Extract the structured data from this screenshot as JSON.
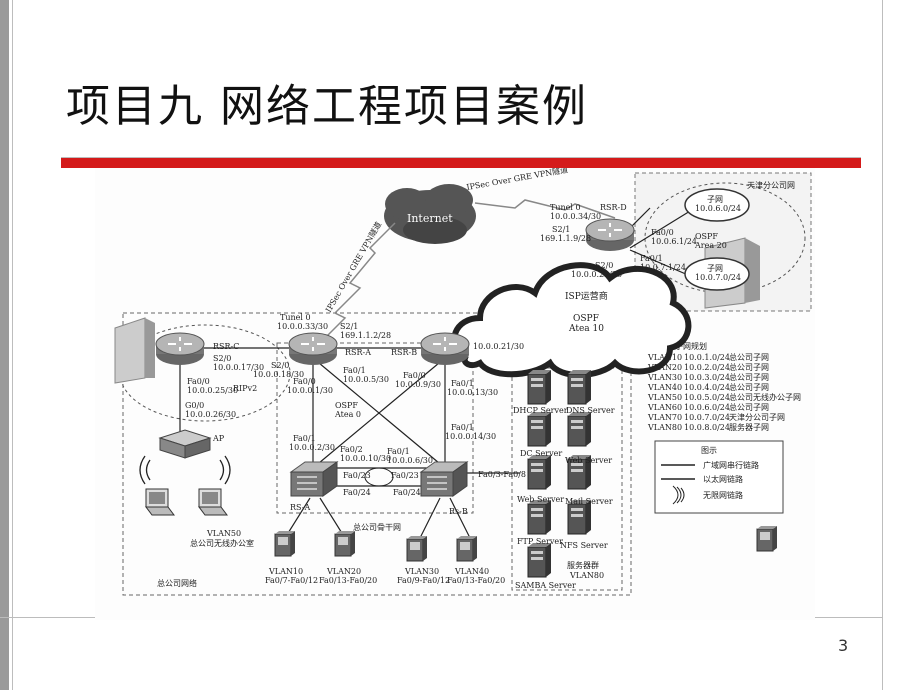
{
  "slide": {
    "title": "项目九  网络工程项目案例",
    "page_number": "3"
  },
  "diagram": {
    "tunnel_labels": [
      "IPSec Over GRE VPN隧道",
      "IPSec Over GRE VPN隧道"
    ],
    "internet": "Internet",
    "isp_label": "ISP运营商",
    "isp_ospf": "OSPF",
    "isp_area": "Atea 10",
    "rsrd": {
      "name": "RSR-D",
      "tunel": "Tunel 0",
      "tunel_ip": "10.0.0.34/30",
      "s21": "S2/1",
      "s21_ip": "169.1.1.9/28",
      "fa00": "Fa0/0",
      "fa00_ip": "10.0.6.1/24",
      "fa01": "Fa0/1",
      "fa01_ip": "10.0.7.1/24",
      "s20": "S2/0",
      "s20_ip": "10.0.0.22/30"
    },
    "tianjin": {
      "title": "天津分公司网",
      "subnet1": "子网",
      "subnet1_ip": "10.0.6.0/24",
      "subnet2": "子网",
      "subnet2_ip": "10.0.7.0/24",
      "ospf": "OSPF",
      "area": "Area 20"
    },
    "rsrc": {
      "name": "RSR-C",
      "s20": "S2/0",
      "s20_ip": "10.0.0.17/30",
      "fa00": "Fa0/0",
      "fa00_ip": "10.0.0.25/30",
      "ripv2": "RIPv2"
    },
    "ap": {
      "g00": "G0/0",
      "g00_ip": "10.0.0.26/30",
      "name": "AP"
    },
    "rsra": {
      "name": "RSR-A",
      "tunel": "Tunel 0",
      "tunel_ip": "10.0.0.33/30",
      "s21": "S2/1",
      "s21_ip": "169.1.1.2/28",
      "s20": "S2/0",
      "s20_ip": "10.0.0.18/30",
      "fa00": "Fa0/0",
      "fa00_ip": "10.0.0.1/30",
      "fa01": "Fa0/1",
      "fa01_ip": "10.0.0.5/30"
    },
    "rsrb": {
      "name": "RSR-B",
      "s20_ip": "10.0.0.21/30",
      "fa00": "Fa0/0",
      "fa00_ip": "10.0.0.9/30",
      "fa01": "Fa0/1",
      "fa01_ip": "10.0.0.13/30"
    },
    "core_ospf": {
      "ospf": "OSPF",
      "area": "Atea 0"
    },
    "rsa": {
      "name": "RS-A",
      "fa01": "Fa0/1",
      "fa01_ip": "10.0.0.2/30",
      "fa02": "Fa0/2",
      "fa02_ip": "10.0.0.10/30",
      "fa023": "Fa0/23",
      "fa024": "Fa0/24"
    },
    "rsb": {
      "name": "Rs-B",
      "fa01": "Fa0/1",
      "fa01_ip": "10.0.0.6/30",
      "fa01b": "Fa0/1",
      "fa01b_ip": "10.0.0.14/30",
      "fa023": "Fa0/23",
      "fa024": "Fa0/24",
      "fa038": "Fa0/3-Fa0/8"
    },
    "backbone": "总公司骨干网",
    "wireless": {
      "vlan": "VLAN50",
      "name": "总公司无线办公室"
    },
    "hq": "总公司网络",
    "vlans": [
      {
        "name": "VLAN10",
        "ports": "Fa0/7-Fa0/12"
      },
      {
        "name": "VLAN20",
        "ports": "Fa0/13-Fa0/20"
      },
      {
        "name": "VLAN30",
        "ports": "Fa0/9-Fa0/12"
      },
      {
        "name": "VLAN40",
        "ports": "Fa0/13-Fa0/20"
      }
    ],
    "servers": [
      "DHCP Server",
      "DNS Server",
      "DC Server",
      "Web Server",
      "Web Server",
      "Mail Server",
      "FTP Server",
      "NFS Server",
      "SAMBA Server"
    ],
    "server_group": {
      "name": "服务器群",
      "vlan": "VLAN80"
    },
    "subnet_plan": {
      "title": "子网规划",
      "rows": [
        {
          "vlan": "VLAN10",
          "net": "10.0.1.0/24",
          "desc": "总公司子网"
        },
        {
          "vlan": "VLAN20",
          "net": "10.0.2.0/24",
          "desc": "总公司子网"
        },
        {
          "vlan": "VLAN30",
          "net": "10.0.3.0/24",
          "desc": "总公司子网"
        },
        {
          "vlan": "VLAN40",
          "net": "10.0.4.0/24",
          "desc": "总公司子网"
        },
        {
          "vlan": "VLAN50",
          "net": "10.0.5.0/24",
          "desc": "总公司无线办公子网"
        },
        {
          "vlan": "VLAN60",
          "net": "10.0.6.0/24",
          "desc": "总公司子网"
        },
        {
          "vlan": "VLAN70",
          "net": "10.0.7.0/24",
          "desc": "天津分公司子网"
        },
        {
          "vlan": "VLAN80",
          "net": "10.0.8.0/24",
          "desc": "服务器子网"
        }
      ]
    },
    "legend": {
      "title": "图示",
      "wan": "广域网串行链路",
      "eth": "以太网链路",
      "wireless": "无限网链路"
    }
  }
}
